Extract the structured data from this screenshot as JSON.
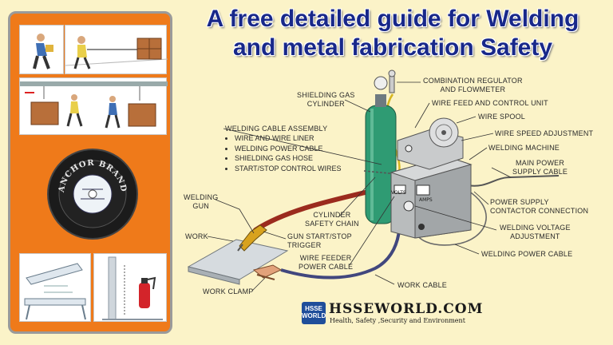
{
  "title": {
    "line1": "A free detailed guide for Welding",
    "line2": "and metal fabrication Safety"
  },
  "disc": {
    "brand": "ANCHOR BRAND"
  },
  "labels": {
    "regulator": [
      "COMBINATION REGULATOR",
      "AND FLOWMETER"
    ],
    "gas_cylinder": [
      "SHIELDING GAS",
      "CYLINDER"
    ],
    "wire_feed": "WIRE FEED AND CONTROL UNIT",
    "wire_spool": "WIRE SPOOL",
    "wire_speed": "WIRE SPEED ADJUSTMENT",
    "welding_machine": "WELDING MACHINE",
    "main_power": [
      "MAIN POWER",
      "SUPPLY CABLE"
    ],
    "cable_assembly": "WELDING CABLE ASSEMBLY",
    "cable_assembly_items": [
      "WIRE AND WIRE LINER",
      "WELDING POWER CABLE",
      "SHIELDING GAS HOSE",
      "START/STOP CONTROL WIRES"
    ],
    "welding_gun": [
      "WELDING",
      "GUN"
    ],
    "power_contactor": [
      "POWER SUPPLY",
      "CONTACTOR CONNECTION"
    ],
    "cylinder_chain": [
      "CYLINDER",
      "SAFETY CHAIN"
    ],
    "voltage_adj": [
      "WELDING VOLTAGE",
      "ADJUSTMENT"
    ],
    "work": "WORK",
    "gun_trigger": [
      "GUN START/STOP",
      "TRIGGER"
    ],
    "feeder_cable": [
      "WIRE FEEDER",
      "POWER CABLE"
    ],
    "power_cable": "WELDING POWER CABLE",
    "work_cable": "WORK CABLE",
    "work_clamp": "WORK CLAMP"
  },
  "machine": {
    "volts": "VOLTS",
    "amps": "AMPS"
  },
  "footer": {
    "logo_top": "HSSE",
    "logo_bottom": "WORLD",
    "site": "HSSEWORLD.COM",
    "tagline": "Health, Safety ,Security and Environment"
  },
  "colors": {
    "sidebar": "#ef7a1a",
    "title": "#18288a",
    "background": "#fbf3c8",
    "cylinder": "#2f9b73",
    "cable_red": "#9b2b1e",
    "cable_blue": "#41477e",
    "hose_yellow": "#d6b620"
  },
  "icons": [
    "fire-extinguisher-icon",
    "worker-icon",
    "crate-icon",
    "grinding-disc-icon"
  ]
}
